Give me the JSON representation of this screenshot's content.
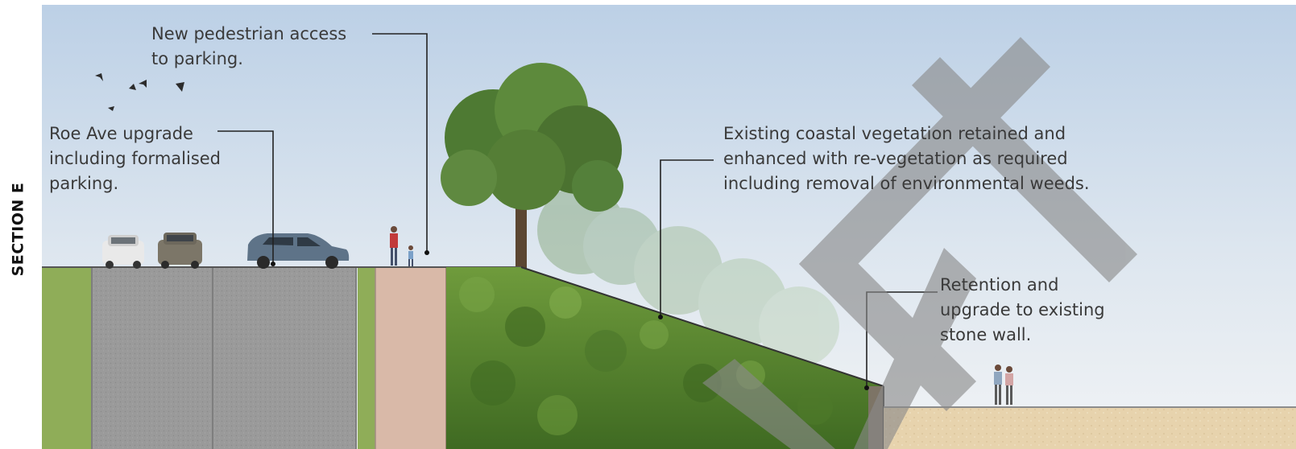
{
  "section_label": "SECTION E",
  "annotations": {
    "pedestrian": [
      "New pedestrian access",
      "to parking."
    ],
    "roe_ave": [
      "Roe Ave upgrade",
      "including formalised",
      "parking."
    ],
    "vegetation": [
      "Existing coastal vegetation retained and",
      "enhanced with re-vegetation as required",
      "including removal of environmental weeds."
    ],
    "wall": [
      "Retention and",
      "upgrade to existing",
      "stone wall."
    ]
  },
  "colors": {
    "sky_top": "#bcd0e6",
    "sky_bottom": "#f1f3f5",
    "grass": "#8fad58",
    "parking_asphalt": "#9a9a9a",
    "path": "#d9b9a8",
    "vegetation": "#4f7a2a",
    "sand": "#e7d3ad",
    "leader_line": "#222222",
    "watermark": "#8a8a8a"
  }
}
